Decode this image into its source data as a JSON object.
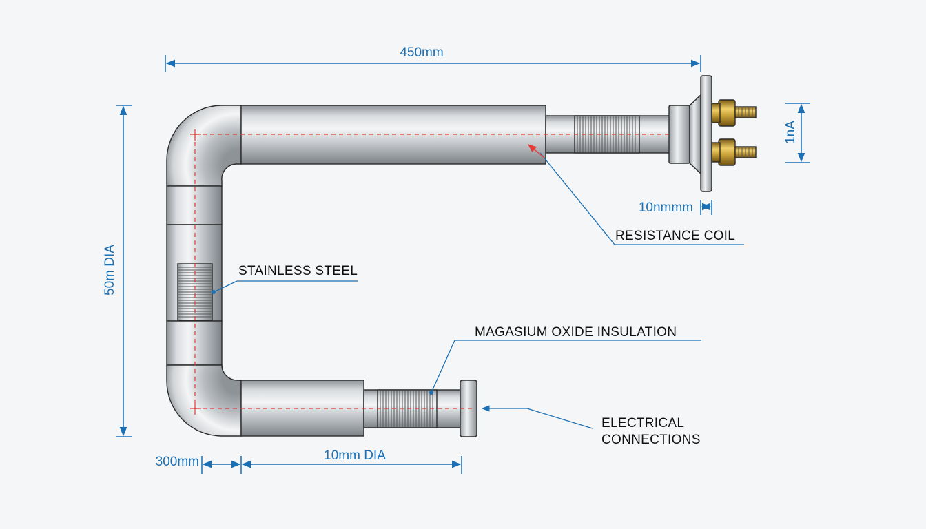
{
  "dimensions": {
    "top_length": "450mm",
    "left_height": "50m DIA",
    "right_terminal": "1nA",
    "flange": "10nmmm",
    "bottom_left": "300mm",
    "bottom_dia": "10mm DIA"
  },
  "labels": {
    "resistance_coil": "RESISTANCE COIL",
    "stainless_steel": "STAINLESS STEEL",
    "insulation": "MAGASIUM OXIDE INSULATION",
    "electrical_line1": "ELECTRICAL",
    "electrical_line2": "CONNECTIONS"
  },
  "colors": {
    "dimension": "#1a6fb5",
    "centerline": "#e53935",
    "steel": "#c4c7cb",
    "brass": "#c9a23a"
  }
}
